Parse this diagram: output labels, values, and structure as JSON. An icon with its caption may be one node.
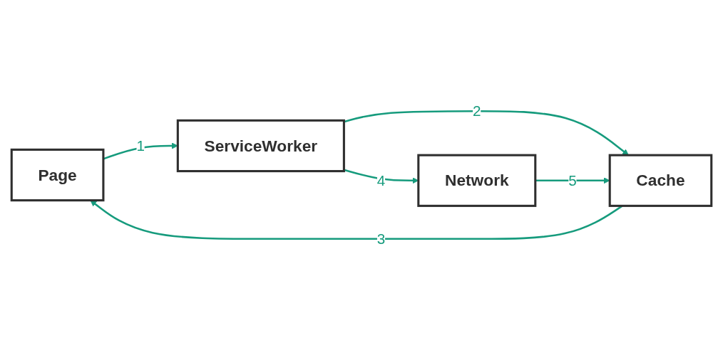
{
  "diagram": {
    "nodes": [
      {
        "text": [
          "Page"
        ]
      },
      {
        "text": [
          "ServiceWorker"
        ]
      },
      {
        "text": [
          "Cache"
        ]
      },
      {
        "text": [
          "Network"
        ]
      }
    ],
    "edges": [
      {
        "from": 0,
        "to": 1,
        "label": "1",
        "arrow": "to"
      },
      {
        "from": 1,
        "to": 2,
        "label": "2",
        "arrow": "to"
      },
      {
        "from": 2,
        "to": 0,
        "label": "3",
        "arrow": "to"
      },
      {
        "from": 1,
        "to": 3,
        "label": "4",
        "arrow": "to"
      },
      {
        "from": 3,
        "to": 2,
        "label": "5",
        "arrow": "to"
      }
    ]
  }
}
